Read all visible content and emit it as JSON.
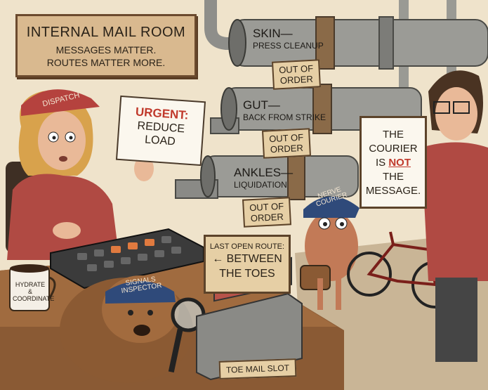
{
  "title_sign": {
    "line1": "INTERNAL MAIL ROOM",
    "line2": "MESSAGES MATTER.",
    "line3": "ROUTES MATTER MORE."
  },
  "urgent_card": {
    "label": "URGENT:",
    "line1": "REDUCE",
    "line2": "LOAD"
  },
  "pipes": [
    {
      "label": "SKIN—",
      "sub": "PRESS CLEANUP",
      "status": [
        "OUT OF",
        "ORDER"
      ]
    },
    {
      "label": "GUT—",
      "sub": "BACK FROM STRIKE",
      "status": [
        "OUT OF",
        "ORDER"
      ]
    },
    {
      "label": "ANKLES—",
      "sub": "LIQUIDATION",
      "status": [
        "OUT OF",
        "ORDER"
      ]
    }
  ],
  "courier_sign": {
    "l1": "THE",
    "l2": "COURIER",
    "l3": "IS",
    "not": "NOT",
    "l4": "THE",
    "l5": "MESSAGE."
  },
  "route_sign": {
    "line1": "LAST OPEN ROUTE:",
    "line2": "← BETWEEN",
    "line3": "THE TOES"
  },
  "slot_sign": "TOE MAIL SLOT",
  "hats": {
    "dispatch": "DISPATCH",
    "nerve1": "NERVE",
    "nerve2": "COURIER",
    "signals1": "SIGNALS",
    "signals2": "INSPECTOR"
  },
  "mug": {
    "l1": "HYDRATE",
    "l2": "&",
    "l3": "COORDINATE"
  },
  "colors": {
    "wall": "#efe3cb",
    "pipe": "#8e8e8a",
    "urgent_red": "#c0392b",
    "desk": "#8a5a34",
    "sweater": "#b04a43"
  }
}
